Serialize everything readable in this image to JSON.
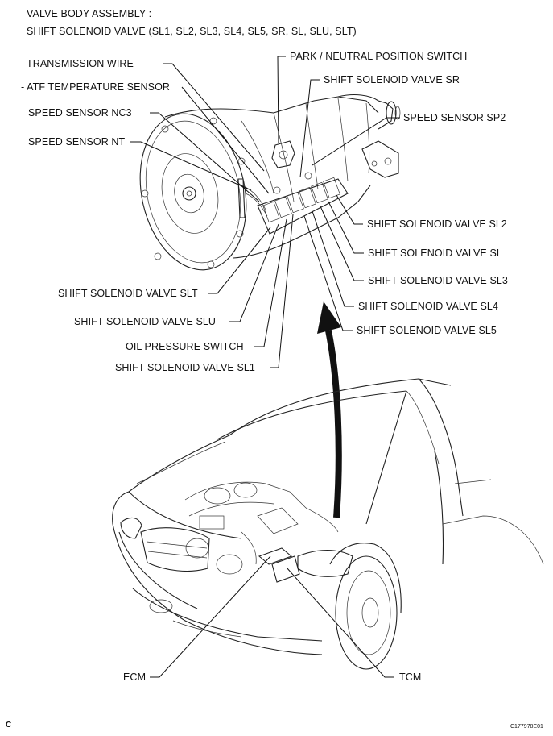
{
  "header": {
    "line1": "VALVE BODY ASSEMBLY :",
    "line2": "SHIFT SOLENOID VALVE (SL1, SL2, SL3, SL4, SL5, SR, SL, SLU, SLT)"
  },
  "labels": {
    "transmission_wire": "TRANSMISSION WIRE",
    "atf_temperature_sensor": "- ATF TEMPERATURE SENSOR",
    "speed_sensor_nc3": "SPEED SENSOR NC3",
    "speed_sensor_nt": "SPEED SENSOR NT",
    "park_neutral_position_switch": "PARK / NEUTRAL POSITION SWITCH",
    "shift_solenoid_valve_sr": "SHIFT SOLENOID VALVE SR",
    "speed_sensor_sp2": "SPEED SENSOR SP2",
    "shift_solenoid_valve_sl2": "SHIFT SOLENOID VALVE SL2",
    "shift_solenoid_valve_sl": "SHIFT SOLENOID VALVE SL",
    "shift_solenoid_valve_sl3": "SHIFT SOLENOID VALVE SL3",
    "shift_solenoid_valve_sl4": "SHIFT SOLENOID VALVE SL4",
    "shift_solenoid_valve_sl5": "SHIFT SOLENOID VALVE SL5",
    "shift_solenoid_valve_slt": "SHIFT SOLENOID VALVE SLT",
    "shift_solenoid_valve_slu": "SHIFT SOLENOID VALVE SLU",
    "oil_pressure_switch": "OIL PRESSURE SWITCH",
    "shift_solenoid_valve_sl1": "SHIFT SOLENOID VALVE SL1",
    "ecm": "ECM",
    "tcm": "TCM"
  },
  "footer": {
    "corner_mark": "C",
    "figure_code": "C177978E01"
  }
}
